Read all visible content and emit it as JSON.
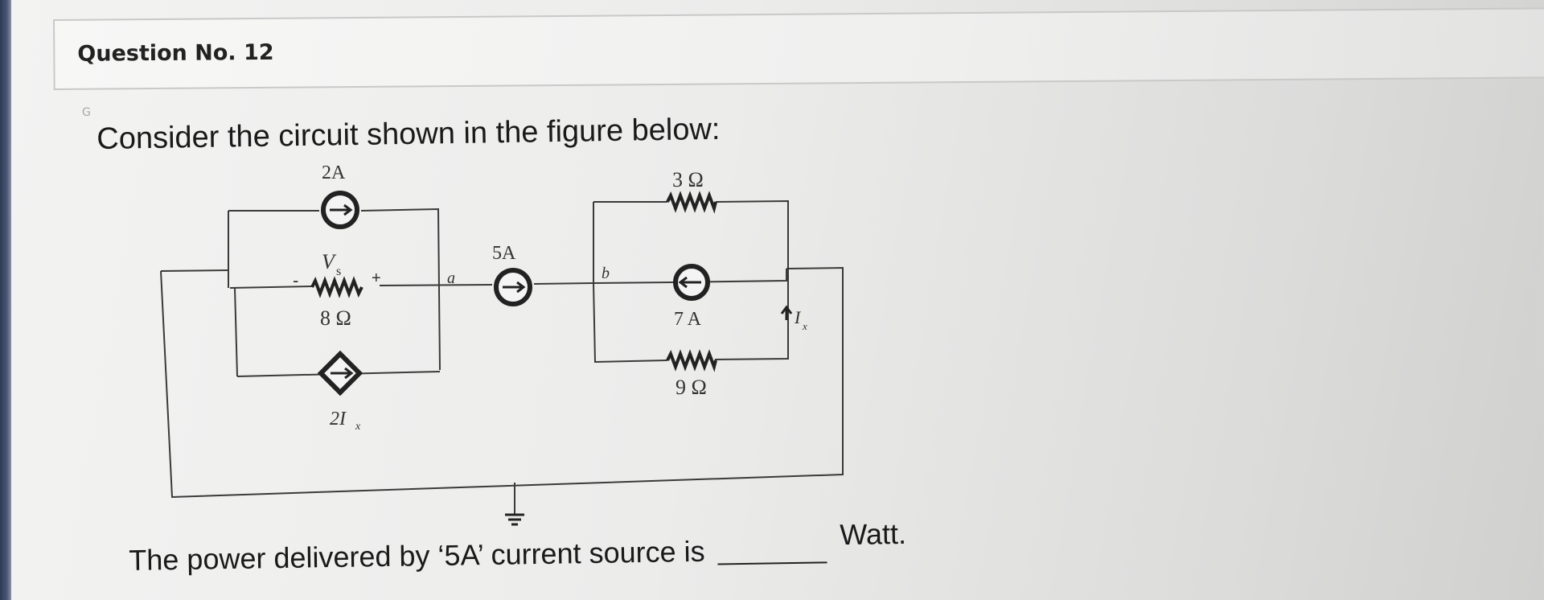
{
  "header": {
    "title": "Question No. 12"
  },
  "prompt": {
    "marker": "G",
    "text": "Consider the circuit shown in the figure below:"
  },
  "circuit": {
    "labels": {
      "source_2a": "2A",
      "res_3": "3 Ω",
      "source_5a": "5A",
      "node_a": "a",
      "node_b": "b",
      "vs": "V",
      "vs_sub": "s",
      "minus": "-",
      "plus": "+",
      "res_8": "8 Ω",
      "source_7a": "7 A",
      "res_9": "9 Ω",
      "dep_source": "2I",
      "dep_sub": "x",
      "ix": "I",
      "ix_sub": "x"
    }
  },
  "question": {
    "text": "The power delivered by ‘5A’ current source is",
    "unit": "Watt."
  }
}
